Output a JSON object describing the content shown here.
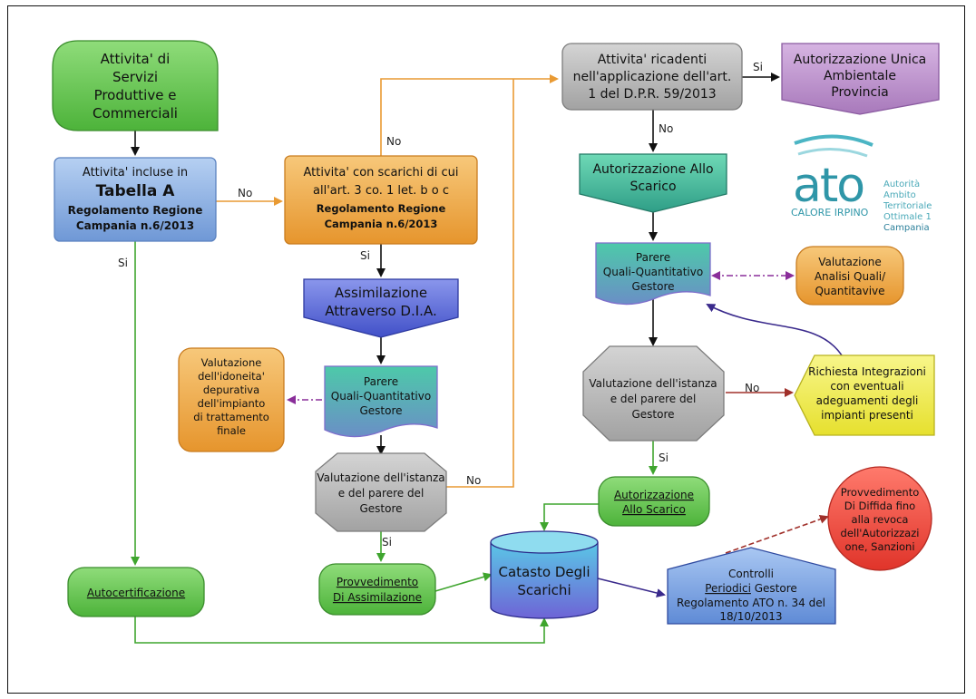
{
  "nodes": {
    "attivita_servizi": [
      "Attivita' di",
      "Servizi",
      "Produttive e",
      "Commerciali"
    ],
    "tabella_a": {
      "line1": "Attivita' incluse in",
      "line2": "Tabella A",
      "line3": "Regolamento Regione",
      "line4": "Campania n.6/2013"
    },
    "scarichi": {
      "line1": "Attivita' con scarichi di cui",
      "line2": "all'art. 3 co. 1  let. b o c",
      "line3": "Regolamento Regione",
      "line4": "Campania n.6/2013"
    },
    "assimilazione": [
      "Assimilazione",
      "Attraverso D.I.A."
    ],
    "valutazione_idoneita": [
      "Valutazione",
      "dell'idoneita'",
      "depurativa",
      "dell'impianto",
      "di trattamento",
      "finale"
    ],
    "parere_left": [
      "Parere",
      "Quali-Quantitativo",
      "Gestore"
    ],
    "valutazione_istanza_left": [
      "Valutazione dell'istanza",
      "e del parere del",
      "Gestore"
    ],
    "provvedimento": [
      "Provvedimento",
      "Di Assimilazione"
    ],
    "autocertificazione": "Autocertificazione",
    "catasto": [
      "Catasto Degli",
      "Scarichi"
    ],
    "controlli": {
      "line1": "Controlli",
      "line2a": "Periodici",
      "line2b": " Gestore",
      "line3": "Regolamento ATO n. 34 del",
      "line4": "18/10/2013"
    },
    "attivita_ricadenti": [
      "Attivita' ricadenti",
      "nell'applicazione dell'art.",
      "1 del D.P.R. 59/2013"
    ],
    "aua": [
      "Autorizzazione Unica",
      "Ambientale",
      "Provincia"
    ],
    "aut_scarico_top": [
      "Autorizzazione Allo",
      "Scarico"
    ],
    "parere_right": [
      "Parere",
      "Quali-Quantitativo",
      "Gestore"
    ],
    "valutazione_analisi": [
      "Valutazione",
      "Analisi Quali/",
      "Quantitavive"
    ],
    "valutazione_istanza_right": [
      "Valutazione dell'istanza",
      "e del parere del",
      "Gestore"
    ],
    "richiesta": [
      "Richiesta Integrazioni",
      "con eventuali",
      "adeguamenti degli",
      "impianti presenti"
    ],
    "aut_scarico_bottom": [
      "Autorizzazione",
      "Allo Scarico"
    ],
    "diffida": [
      "Provvedimento",
      "Di Diffida fino",
      "alla revoca",
      "dell'Autorizzazi",
      "one, Sanzioni"
    ]
  },
  "edges": {
    "no_tabella_scarichi": "No",
    "no_scarichi_up": "No",
    "si_tabella": "Si",
    "si_scarichi": "Si",
    "no_istanza_left": "No",
    "si_istanza_left": "Si",
    "si_ricadenti": "Si",
    "no_ricadenti": "No",
    "no_istanza_right": "No",
    "si_istanza_right": "Si"
  },
  "logo": {
    "mark": "ato",
    "name": "CALORE IRPINO",
    "side": [
      "Autorità",
      "Ambito",
      "Territoriale",
      "Ottimale 1",
      "Campania"
    ]
  },
  "colors": {
    "green": "#5cbf4a",
    "blue": "#7fa6dc",
    "orange": "#eea33f",
    "purple_assim": "#4b5bd2",
    "teal": "#3f9fa0",
    "gray": "#b4b4b4",
    "lilac": "#b98dc9",
    "yellow": "#f1ee4d",
    "red": "#f24a3a",
    "edge_orange": "#eea33f",
    "edge_green": "#4fb03c",
    "edge_purple": "#3a2a8c",
    "edge_red": "#a0302a"
  }
}
